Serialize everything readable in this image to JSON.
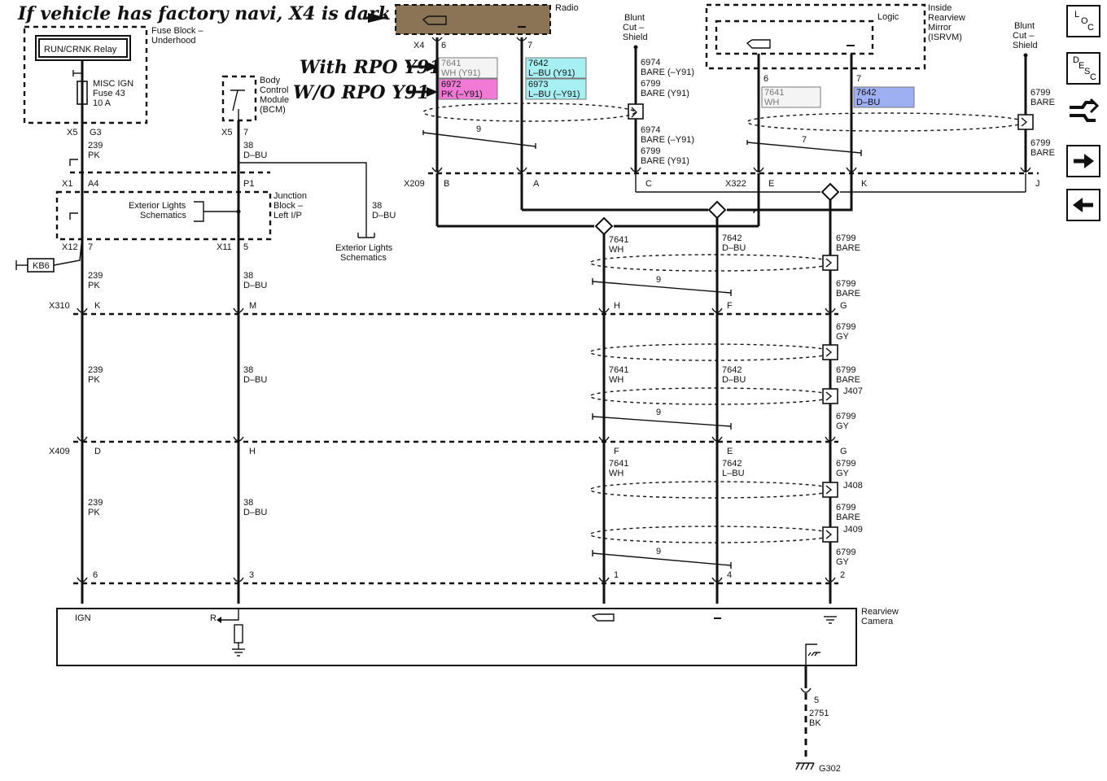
{
  "annotations": {
    "factory_navi": "If vehicle has factory navi, X4 is dark brown plug",
    "with_rpo": "With RPO Y91",
    "without_rpo": "W/O RPO Y91"
  },
  "components": {
    "radio": "Radio",
    "isrvm_logic": "Logic",
    "isrvm": [
      "Inside",
      "Rearview",
      "Mirror",
      "(ISRVM)"
    ],
    "blunt_cut_shield": [
      "Blunt",
      "Cut –",
      "Shield"
    ],
    "fuse_block": [
      "Fuse Block –",
      "Underhood"
    ],
    "relay": "RUN/CRNK Relay",
    "fuse": [
      "MISC IGN",
      "Fuse 43",
      "10 A"
    ],
    "bcm": [
      "Body",
      "Control",
      "Module",
      "(BCM)"
    ],
    "junction_block": [
      "Junction",
      "Block –",
      "Left I/P"
    ],
    "ext_lights_1": [
      "Exterior Lights",
      "Schematics"
    ],
    "ext_lights_2": [
      "Exterior Lights",
      "Schematics"
    ],
    "kb6": "KB6",
    "camera": [
      "Rearview",
      "Camera"
    ],
    "camera_ign": "IGN",
    "camera_r": "R",
    "ground": "G302"
  },
  "connectors": {
    "x4": "X4",
    "x4_pin6": "6",
    "x4_pin7": "7",
    "isrvm_pin6": "6",
    "isrvm_pin7": "7",
    "x5a": "X5",
    "x5a_pin": "G3",
    "x5b": "X5",
    "x5b_pin": "7",
    "x1": "X1",
    "x1_pin": "A4",
    "p1": "P1",
    "x12": "X12",
    "x12_pin": "7",
    "x11": "X11",
    "x11_pin": "5",
    "x209": "X209",
    "x209_b": "B",
    "x209_a": "A",
    "x209_c": "C",
    "x322": "X322",
    "x322_e": "E",
    "x322_k": "K",
    "x322_j": "J",
    "x310": "X310",
    "x310_k": "K",
    "x310_m": "M",
    "x310_h": "H",
    "x310_f": "F",
    "x310_g": "G",
    "x409": "X409",
    "x409_d": "D",
    "x409_h": "H",
    "x409_f": "F",
    "x409_e": "E",
    "x409_g": "G",
    "cam_6": "6",
    "cam_3": "3",
    "cam_1": "1",
    "cam_4": "4",
    "cam_2": "2",
    "cam_5": "5",
    "j407": "J407",
    "j408": "J408",
    "j409": "J409"
  },
  "wire_labels": {
    "r1_num": "7641",
    "r1_col": "WH (Y91)",
    "r2_num": "6972",
    "r2_col": "PK (–Y91)",
    "r3_num": "7642",
    "r3_col": "L–BU (Y91)",
    "r4_num": "6973",
    "r4_col": "L–BU (–Y91)",
    "isrvm_a_num": "7641",
    "isrvm_a_col": "WH",
    "isrvm_b_num": "7642",
    "isrvm_b_col": "D–BU",
    "bc1_a": "6974",
    "bc1_b": "BARE (–Y91)",
    "bc1_c": "6799",
    "bc1_d": "BARE (Y91)",
    "bc2_a": "6974",
    "bc2_b": "BARE (–Y91)",
    "bc2_c": "6799",
    "bc2_d": "BARE (Y91)",
    "sh_top_a": "6799",
    "sh_top_b": "BARE",
    "sh_top_c": "6799",
    "sh_top_d": "BARE",
    "tw1": "9",
    "tw2": "7",
    "tw3": "9",
    "tw4": "9",
    "tw5": "9",
    "w239_a_num": "239",
    "w239_a_col": "PK",
    "w239_b_num": "239",
    "w239_b_col": "PK",
    "w239_c_num": "239",
    "w239_c_col": "PK",
    "w239_d_num": "239",
    "w239_d_col": "PK",
    "w38_a_num": "38",
    "w38_a_col": "D–BU",
    "w38_b_num": "38",
    "w38_b_col": "D–BU",
    "w38_c_num": "38",
    "w38_c_col": "D–BU",
    "w38_d_num": "38",
    "w38_d_col": "D–BU",
    "w38_e_num": "38",
    "w38_e_col": "D–BU",
    "m1_num": "7641",
    "m1_col": "WH",
    "m2_num": "7642",
    "m2_col": "D–BU",
    "m3_num": "6799",
    "m3_col": "BARE",
    "m4_num": "6799",
    "m4_col": "BARE",
    "m5_num": "6799",
    "m5_col": "GY",
    "m6_num": "7641",
    "m6_col": "WH",
    "m7_num": "7642",
    "m7_col": "D–BU",
    "m8_num": "6799",
    "m8_col": "BARE",
    "m9_num": "6799",
    "m9_col": "GY",
    "l1_num": "7641",
    "l1_col": "WH",
    "l2_num": "7642",
    "l2_col": "L–BU",
    "l3_num": "6799",
    "l3_col": "GY",
    "l4_num": "6799",
    "l4_col": "BARE",
    "l5_num": "6799",
    "l5_col": "GY",
    "gnd_num": "2751",
    "gnd_col": "BK"
  },
  "nav": {
    "loc_letters": [
      "L",
      "O",
      "C"
    ],
    "desc_letters": [
      "D",
      "E",
      "S",
      "C"
    ]
  },
  "colors": {
    "radio_plug": "#8b7355",
    "gray_box": "#f4f4f4",
    "cyan_box": "#a6f0f4",
    "pink_box": "#f07ad6",
    "blue_box": "#9fb0f2"
  }
}
